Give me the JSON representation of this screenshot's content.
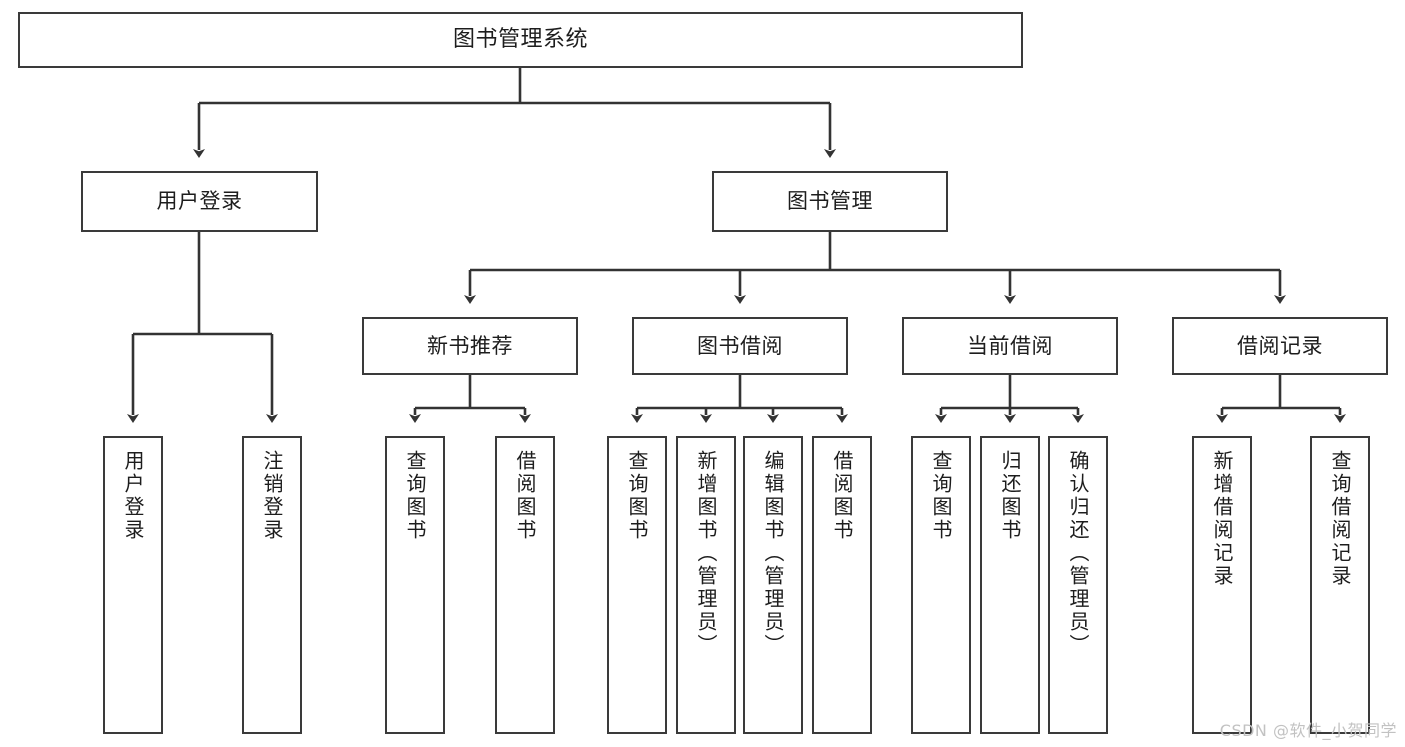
{
  "diagram": {
    "type": "tree-hierarchy",
    "title": "图书管理系统",
    "watermark": "CSDN @软件_小贺同学",
    "colors": {
      "box_border": "#3a3a3a",
      "box_fill": "#ffffff",
      "connector": "#333333",
      "text": "#1d1d1d",
      "watermark": "#c2c2c2"
    },
    "root": {
      "id": "root",
      "label": "图书管理系统"
    },
    "level1": [
      {
        "id": "n-user-login",
        "label": "用户登录"
      },
      {
        "id": "n-book-manage",
        "label": "图书管理"
      }
    ],
    "level2": [
      {
        "id": "n-new-book-rec",
        "label": "新书推荐",
        "parent": "n-book-manage"
      },
      {
        "id": "n-book-borrow",
        "label": "图书借阅",
        "parent": "n-book-manage"
      },
      {
        "id": "n-current-borrow",
        "label": "当前借阅",
        "parent": "n-book-manage"
      },
      {
        "id": "n-borrow-record",
        "label": "借阅记录",
        "parent": "n-book-manage"
      }
    ],
    "leaves": [
      {
        "id": "leaf-user-login",
        "label": "用户登录",
        "parent": "n-user-login"
      },
      {
        "id": "leaf-logout-login",
        "label": "注销登录",
        "parent": "n-user-login"
      },
      {
        "id": "leaf-query-book-1",
        "label": "查询图书",
        "parent": "n-new-book-rec"
      },
      {
        "id": "leaf-borrow-book-1",
        "label": "借阅图书",
        "parent": "n-new-book-rec"
      },
      {
        "id": "leaf-query-book-2",
        "label": "查询图书",
        "parent": "n-book-borrow"
      },
      {
        "id": "leaf-add-book",
        "label": "新增图书（管理员）",
        "parent": "n-book-borrow"
      },
      {
        "id": "leaf-edit-book",
        "label": "编辑图书（管理员）",
        "parent": "n-book-borrow"
      },
      {
        "id": "leaf-borrow-book-2",
        "label": "借阅图书",
        "parent": "n-book-borrow"
      },
      {
        "id": "leaf-query-book-3",
        "label": "查询图书",
        "parent": "n-current-borrow"
      },
      {
        "id": "leaf-return-book",
        "label": "归还图书",
        "parent": "n-current-borrow"
      },
      {
        "id": "leaf-confirm-return",
        "label": "确认归还（管理员）",
        "parent": "n-current-borrow"
      },
      {
        "id": "leaf-add-record",
        "label": "新增借阅记录",
        "parent": "n-borrow-record"
      },
      {
        "id": "leaf-query-record",
        "label": "查询借阅记录",
        "parent": "n-borrow-record"
      }
    ]
  }
}
